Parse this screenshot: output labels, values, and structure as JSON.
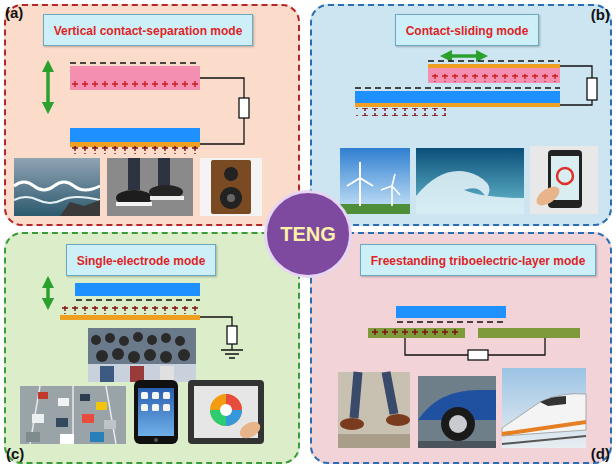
{
  "diagram": {
    "nodes": [
      {
        "text": [
          "(a)"
        ]
      },
      {
        "text": [
          "Vertical contact-separation mode"
        ],
        "in": 0
      },
      {
        "text": [
          "(b)"
        ]
      },
      {
        "text": [
          "Contact-sliding mode"
        ],
        "in": 2
      },
      {
        "text": [
          "(c)"
        ]
      },
      {
        "text": [
          "Single-electrode mode"
        ],
        "in": 4
      },
      {
        "text": [
          "(d)"
        ]
      },
      {
        "text": [
          "Freestanding triboelectric-layer mode"
        ],
        "in": 6
      },
      {
        "text": [
          "TENG"
        ]
      }
    ]
  }
}
